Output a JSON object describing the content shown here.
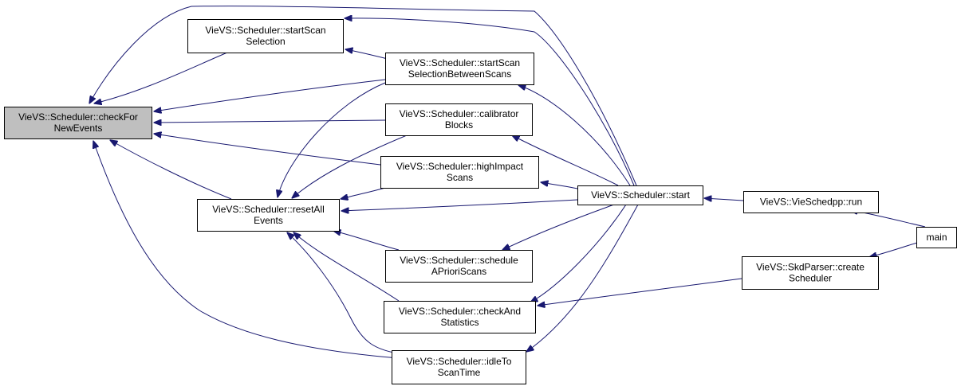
{
  "diagram": {
    "type": "doxygen-caller-graph",
    "colors": {
      "edge": "#191970",
      "node_border": "#000000",
      "node_fill": "#ffffff",
      "focus_fill": "#bfbfbf"
    },
    "nodes": [
      {
        "id": "checkForNewEvents",
        "lines": [
          "VieVS::Scheduler::checkFor",
          "NewEvents"
        ],
        "focus": true
      },
      {
        "id": "startScanSelection",
        "lines": [
          "VieVS::Scheduler::startScan",
          "Selection"
        ]
      },
      {
        "id": "startScanSelectionBetweenScans",
        "lines": [
          "VieVS::Scheduler::startScan",
          "SelectionBetweenScans"
        ]
      },
      {
        "id": "calibratorBlocks",
        "lines": [
          "VieVS::Scheduler::calibrator",
          "Blocks"
        ]
      },
      {
        "id": "highImpactScans",
        "lines": [
          "VieVS::Scheduler::highImpact",
          "Scans"
        ]
      },
      {
        "id": "resetAllEvents",
        "lines": [
          "VieVS::Scheduler::resetAll",
          "Events"
        ]
      },
      {
        "id": "scheduleAPrioriScans",
        "lines": [
          "VieVS::Scheduler::schedule",
          "APrioriScans"
        ]
      },
      {
        "id": "checkAndStatistics",
        "lines": [
          "VieVS::Scheduler::checkAnd",
          "Statistics"
        ]
      },
      {
        "id": "idleToScanTime",
        "lines": [
          "VieVS::Scheduler::idleTo",
          "ScanTime"
        ]
      },
      {
        "id": "start",
        "lines": [
          "VieVS::Scheduler::start"
        ]
      },
      {
        "id": "run",
        "lines": [
          "VieVS::VieSchedpp::run"
        ]
      },
      {
        "id": "createScheduler",
        "lines": [
          "VieVS::SkdParser::create",
          "Scheduler"
        ]
      },
      {
        "id": "main",
        "lines": [
          "main"
        ]
      }
    ],
    "edges": [
      {
        "from": "startScanSelection",
        "to": "checkForNewEvents"
      },
      {
        "from": "startScanSelectionBetweenScans",
        "to": "checkForNewEvents"
      },
      {
        "from": "calibratorBlocks",
        "to": "checkForNewEvents"
      },
      {
        "from": "highImpactScans",
        "to": "checkForNewEvents"
      },
      {
        "from": "resetAllEvents",
        "to": "checkForNewEvents"
      },
      {
        "from": "idleToScanTime",
        "to": "checkForNewEvents"
      },
      {
        "from": "start",
        "to": "checkForNewEvents"
      },
      {
        "from": "startScanSelectionBetweenScans",
        "to": "startScanSelection"
      },
      {
        "from": "start",
        "to": "startScanSelection"
      },
      {
        "from": "start",
        "to": "startScanSelectionBetweenScans"
      },
      {
        "from": "start",
        "to": "calibratorBlocks"
      },
      {
        "from": "start",
        "to": "highImpactScans"
      },
      {
        "from": "startScanSelectionBetweenScans",
        "to": "resetAllEvents"
      },
      {
        "from": "calibratorBlocks",
        "to": "resetAllEvents"
      },
      {
        "from": "highImpactScans",
        "to": "resetAllEvents"
      },
      {
        "from": "scheduleAPrioriScans",
        "to": "resetAllEvents"
      },
      {
        "from": "checkAndStatistics",
        "to": "resetAllEvents"
      },
      {
        "from": "idleToScanTime",
        "to": "resetAllEvents"
      },
      {
        "from": "start",
        "to": "resetAllEvents"
      },
      {
        "from": "start",
        "to": "scheduleAPrioriScans"
      },
      {
        "from": "start",
        "to": "checkAndStatistics"
      },
      {
        "from": "createScheduler",
        "to": "checkAndStatistics"
      },
      {
        "from": "start",
        "to": "idleToScanTime"
      },
      {
        "from": "run",
        "to": "start"
      },
      {
        "from": "main",
        "to": "run"
      },
      {
        "from": "main",
        "to": "createScheduler"
      }
    ]
  }
}
